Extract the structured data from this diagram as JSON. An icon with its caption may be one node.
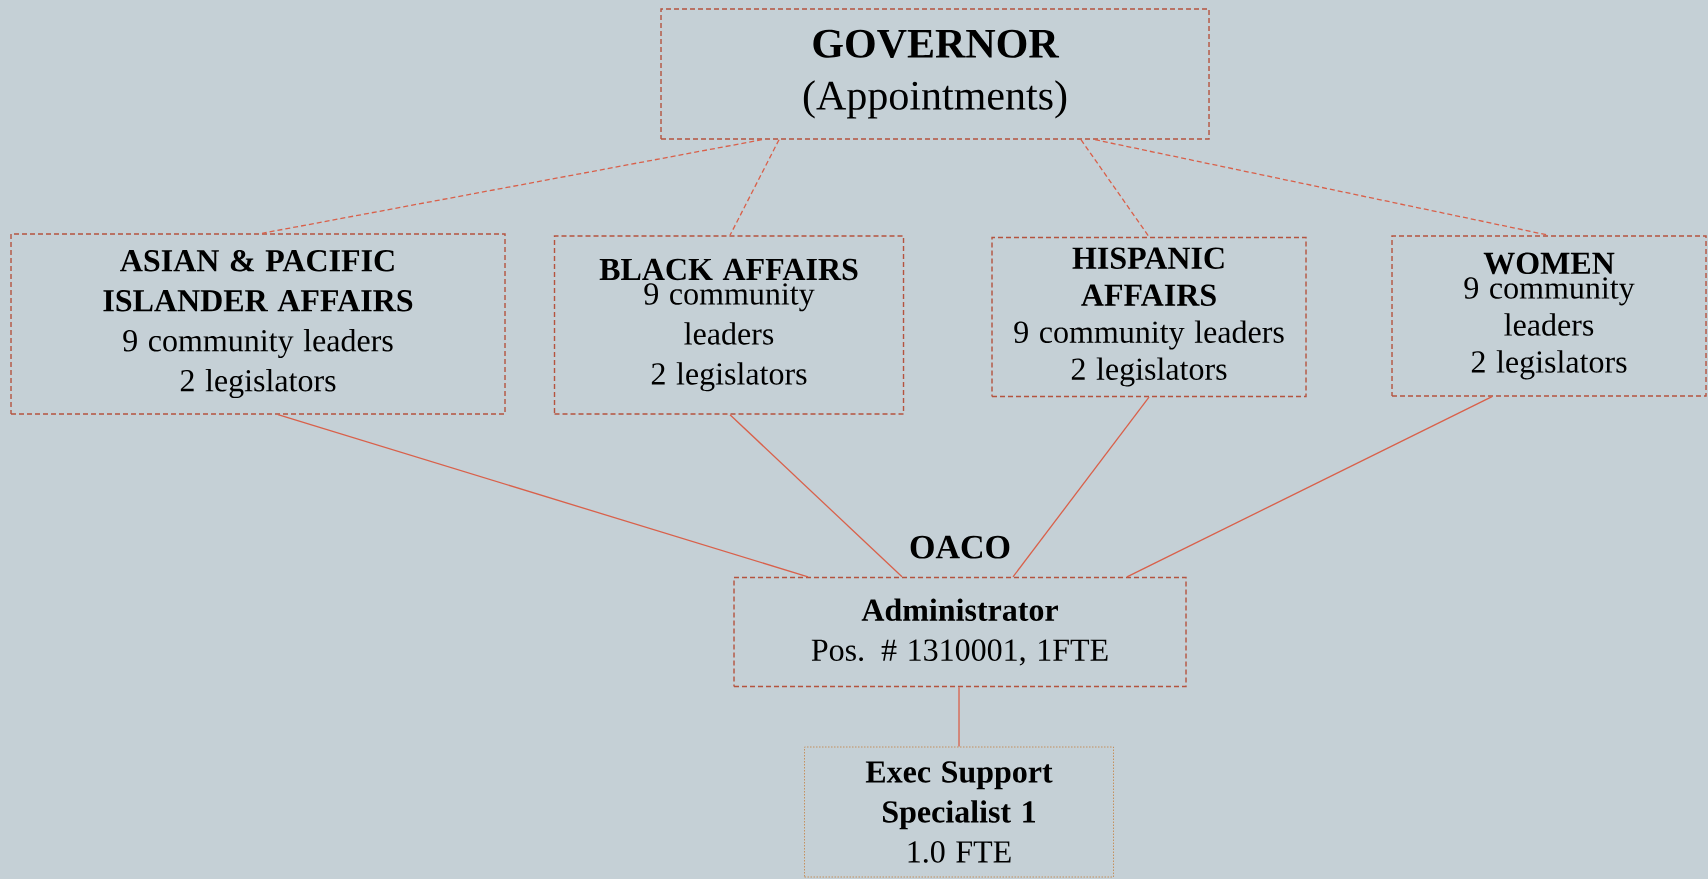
{
  "diagram": {
    "nodes": [
      {
        "text": [
          "GOVERNOR",
          "(Appointments)"
        ]
      },
      {
        "text": [
          "ASIAN & PACIFIC ISLANDER AFFAIRS",
          "9 community leaders",
          "2 legislators"
        ]
      },
      {
        "text": [
          "BLACK AFFAIRS",
          "9 community leaders",
          "2 legislators"
        ]
      },
      {
        "text": [
          "HISPANIC AFFAIRS",
          "9 community leaders",
          "2 legislators"
        ]
      },
      {
        "text": [
          "WOMEN",
          "9 community leaders",
          "2 legislators"
        ]
      },
      {
        "text": [
          "OACO",
          "Administrator",
          "Pos. # 1310001, 1FTE"
        ]
      },
      {
        "text": [
          "Exec Support Specialist 1",
          "1.0 FTE"
        ]
      }
    ],
    "edges": [
      {
        "from": 0,
        "to": 1,
        "arrow": "none",
        "style": "dashed"
      },
      {
        "from": 0,
        "to": 2,
        "arrow": "none",
        "style": "dashed"
      },
      {
        "from": 0,
        "to": 3,
        "arrow": "none",
        "style": "dashed"
      },
      {
        "from": 0,
        "to": 4,
        "arrow": "none",
        "style": "dashed"
      },
      {
        "from": 1,
        "to": 5,
        "arrow": "none"
      },
      {
        "from": 2,
        "to": 5,
        "arrow": "none"
      },
      {
        "from": 3,
        "to": 5,
        "arrow": "none"
      },
      {
        "from": 4,
        "to": 5,
        "arrow": "none"
      },
      {
        "from": 5,
        "to": 6,
        "arrow": "none"
      }
    ]
  }
}
